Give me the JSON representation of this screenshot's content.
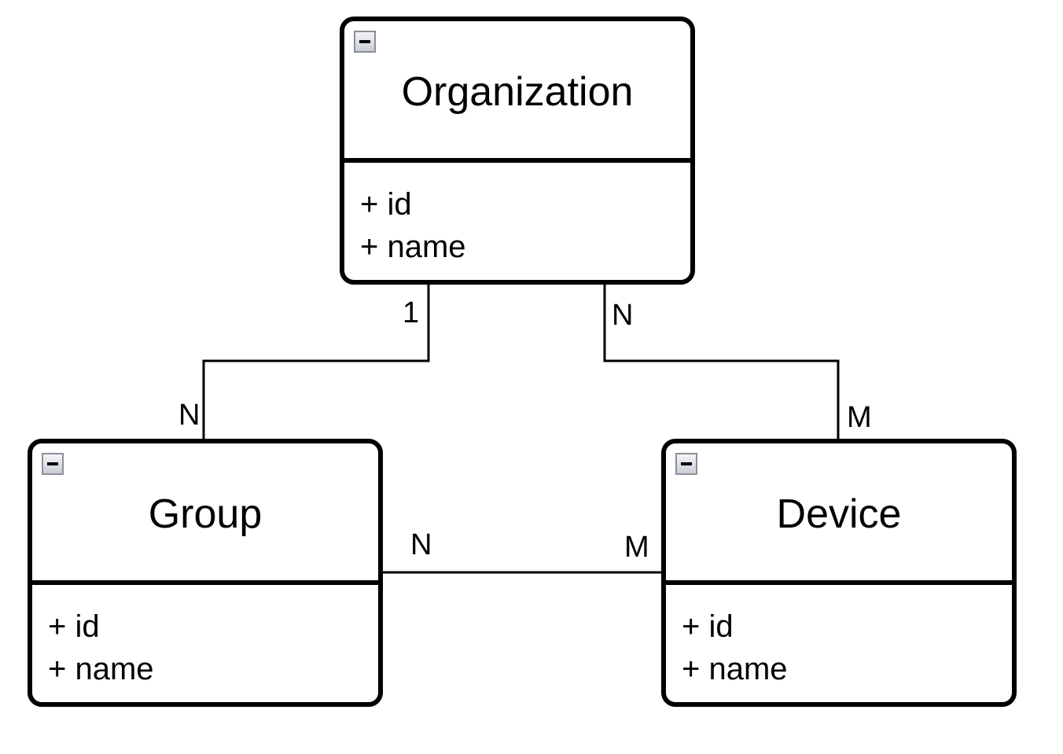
{
  "entities": {
    "organization": {
      "title": "Organization",
      "attributes": [
        "+ id",
        "+ name"
      ]
    },
    "group": {
      "title": "Group",
      "attributes": [
        "+ id",
        "+ name"
      ]
    },
    "device": {
      "title": "Device",
      "attributes": [
        "+ id",
        "+ name"
      ]
    }
  },
  "relationships": {
    "organization_group": {
      "organization_end": "1",
      "group_end": "N"
    },
    "organization_device": {
      "organization_end": "N",
      "device_end": "M"
    },
    "group_device": {
      "group_end": "N",
      "device_end": "M"
    }
  },
  "icons": {
    "collapse": "collapse-minus-icon"
  },
  "colors": {
    "stroke": "#000000",
    "background": "#ffffff",
    "icon_border": "#8a8f99"
  }
}
